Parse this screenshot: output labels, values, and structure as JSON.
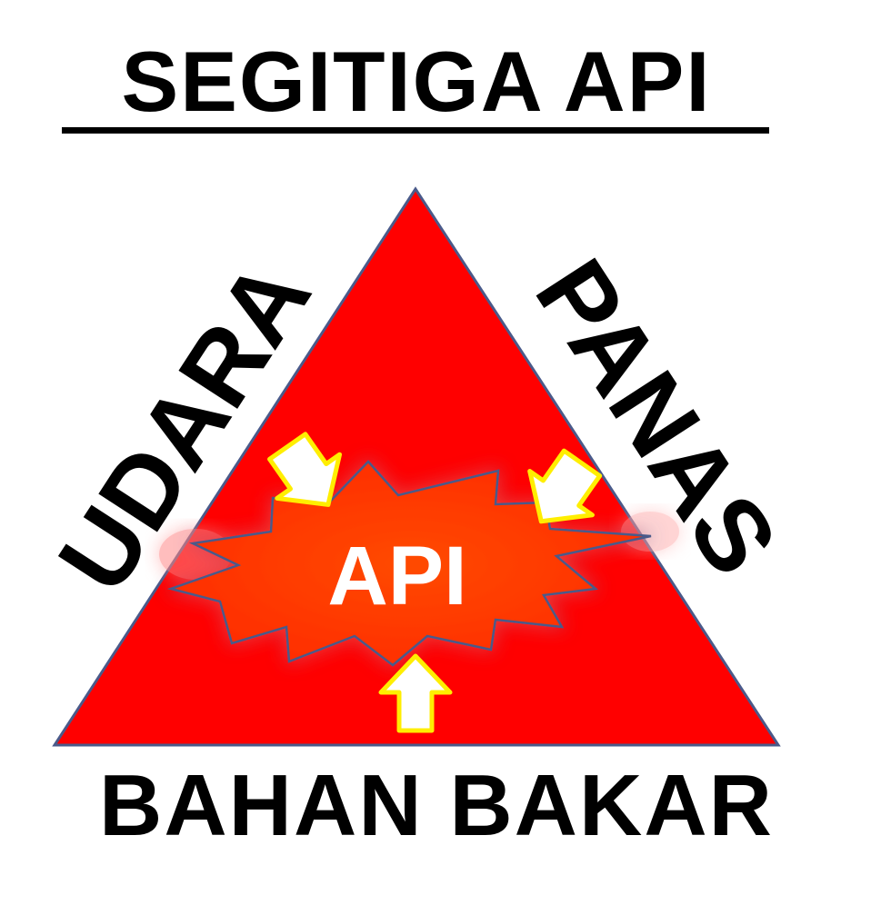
{
  "title": "SEGITIGA API",
  "labels": {
    "left_side": "UDARA",
    "right_side": "PANAS",
    "bottom": "BAHAN BAKAR",
    "center": "API"
  },
  "colors": {
    "triangle_fill": "#ff0000",
    "triangle_stroke": "#4a5a8a",
    "burst_fill": "#ff3a00",
    "burst_stroke": "#4a5a8a",
    "arrow_fill": "#ffffff",
    "arrow_stroke": "#ffee00",
    "text": "#000000",
    "center_text": "#ffffff"
  },
  "icons": {
    "arrow": "arrow-icon",
    "burst": "fire-burst-icon"
  }
}
